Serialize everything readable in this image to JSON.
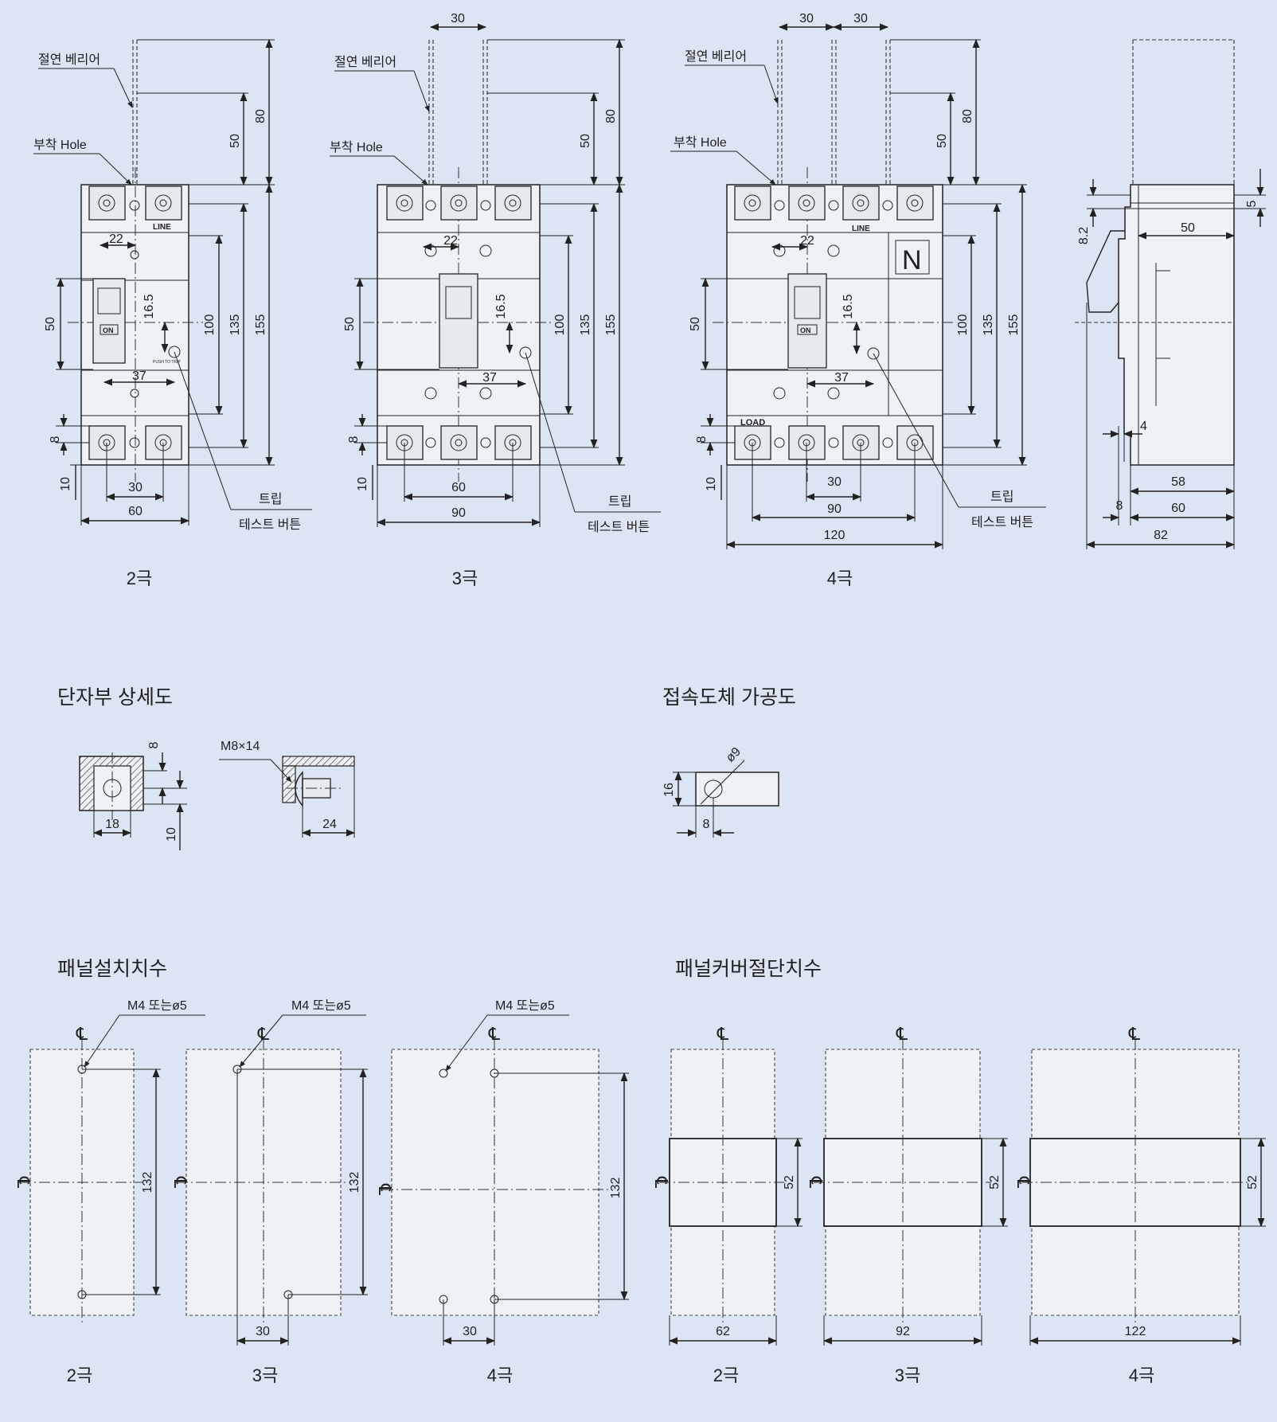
{
  "top_views": {
    "p2": {
      "caption": "2극",
      "barrier_label": "절연 베리어",
      "hole_label": "부착 Hole",
      "trip_line1": "트립",
      "trip_line2": "테스트 버튼",
      "line_label": "LINE",
      "on_label": "ON",
      "push_label": "PUSH TO TRIP",
      "dims": {
        "d80": "80",
        "d50": "50",
        "d22": "22",
        "d16_5": "16.5",
        "d50_left": "50",
        "d37": "37",
        "d100": "100",
        "d135": "135",
        "d155": "155",
        "d8": "8",
        "d10": "10",
        "d30": "30",
        "d60": "60"
      }
    },
    "p3": {
      "caption": "3극",
      "barrier_label": "절연 베리어",
      "hole_label": "부착 Hole",
      "trip_line1": "트립",
      "trip_line2": "테스트 버튼",
      "dims": {
        "d30_top": "30",
        "d80": "80",
        "d50": "50",
        "d22": "22",
        "d16_5": "16.5",
        "d50_left": "50",
        "d37": "37",
        "d100": "100",
        "d135": "135",
        "d155": "155",
        "d8": "8",
        "d10": "10",
        "d60": "60",
        "d90": "90"
      }
    },
    "p4": {
      "caption": "4극",
      "barrier_label": "절연 베리어",
      "hole_label": "부착 Hole",
      "trip_line1": "트립",
      "trip_line2": "테스트 버튼",
      "line_label": "LINE",
      "load_label": "LOAD",
      "n_label": "N",
      "on_label": "ON",
      "dims": {
        "d30a": "30",
        "d30b": "30",
        "d80": "80",
        "d50": "50",
        "d22": "22",
        "d16_5": "16.5",
        "d50_left": "50",
        "d37": "37",
        "d100": "100",
        "d135": "135",
        "d155": "155",
        "d8": "8",
        "d10": "10",
        "d30": "30",
        "d90": "90",
        "d120": "120"
      }
    },
    "side": {
      "dims": {
        "d5": "5",
        "d8_2": "8.2",
        "d50": "50",
        "d4": "4",
        "d58": "58",
        "d8": "8",
        "d60": "60",
        "d82": "82"
      }
    }
  },
  "terminal_detail": {
    "title": "단자부 상세도",
    "bolt_label": "M8×14",
    "dims": {
      "d8": "8",
      "d18": "18",
      "d10": "10",
      "d24": "24"
    }
  },
  "conductor": {
    "title": "접속도체 가공도",
    "dims": {
      "phi9": "ø9",
      "d16": "16",
      "d8": "8"
    }
  },
  "panel_mount": {
    "title": "패널설치치수",
    "hole_label": "M4 또는ø5",
    "cl_symbol": "℄",
    "dim_132": "132",
    "dim_30": "30",
    "captions": [
      "2극",
      "3극",
      "4극"
    ]
  },
  "panel_cutout": {
    "title": "패널커버절단치수",
    "cl_symbol": "℄",
    "dim_52": "52",
    "widths": [
      "62",
      "92",
      "122"
    ],
    "captions": [
      "2극",
      "3극",
      "4극"
    ]
  }
}
